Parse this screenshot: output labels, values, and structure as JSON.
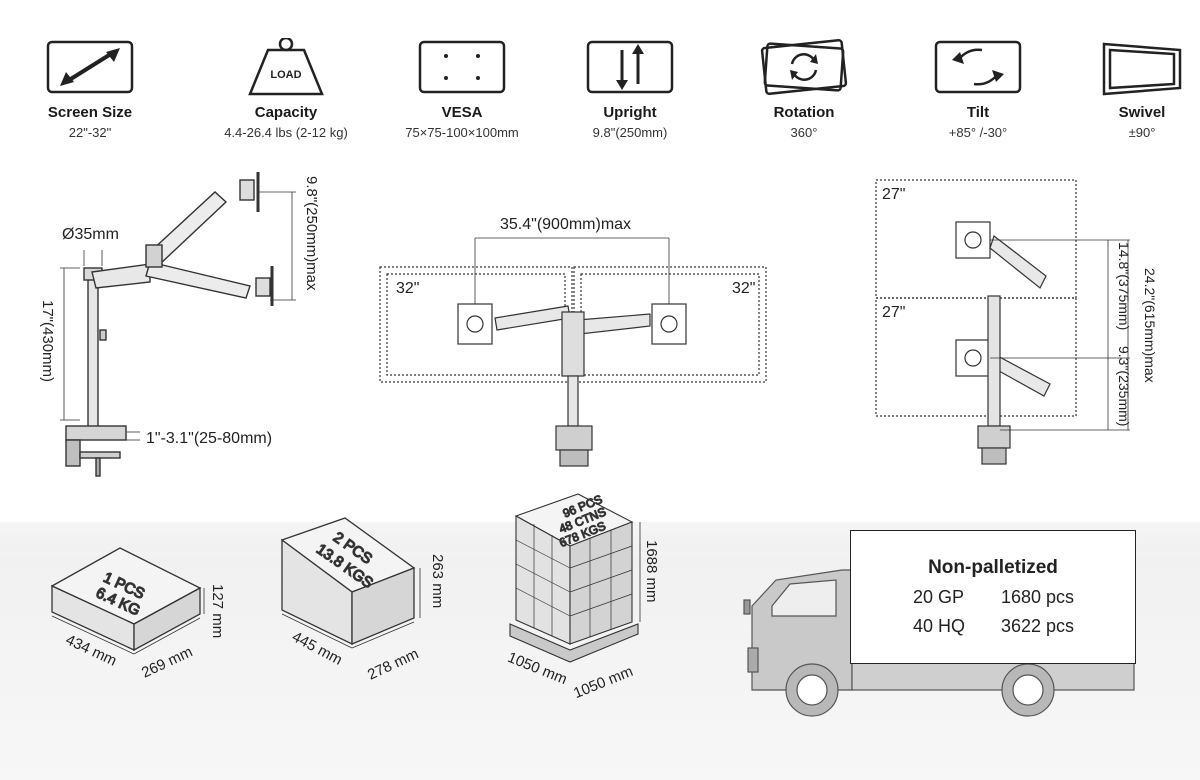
{
  "specs": [
    {
      "icon": "double-arrow-icon",
      "title": "Screen Size",
      "value": "22\"-32\""
    },
    {
      "icon": "weight-icon",
      "icon_text": "LOAD",
      "title": "Capacity",
      "value": "4.4-26.4 lbs (2-12 kg)"
    },
    {
      "icon": "vesa-holes-icon",
      "title": "VESA",
      "value": "75×75-100×100mm"
    },
    {
      "icon": "up-down-arrows-icon",
      "title": "Upright",
      "value": "9.8\"(250mm)"
    },
    {
      "icon": "rotation-icon",
      "title": "Rotation",
      "value": "360°"
    },
    {
      "icon": "tilt-icon",
      "title": "Tilt",
      "value": "+85° /-30°"
    },
    {
      "icon": "swivel-icon",
      "title": "Swivel",
      "value": "±90°"
    }
  ],
  "side_view": {
    "pole_diameter": "Ø35mm",
    "arm_height": "9.8\"(250mm)max",
    "pole_height": "17\"(430mm)",
    "clamp_range": "1\"-3.1\"(25-80mm)"
  },
  "dual_view": {
    "width": "35.4\"(900mm)max",
    "left_screen": "32\"",
    "right_screen": "32\""
  },
  "stacked_view": {
    "top_screen": "27\"",
    "bottom_screen": "27\"",
    "top_span": "14.8\"(375mm)",
    "bottom_span": "9.3\"(235mm)",
    "total_span": "24.2\"(615mm)max"
  },
  "packaging": {
    "single_box": {
      "label_line1": "1 PCS",
      "label_line2": "6.4 KG",
      "length": "434 mm",
      "width": "269 mm",
      "height": "127 mm"
    },
    "carton": {
      "label_line1": "2 PCS",
      "label_line2": "13.8 KGS",
      "length": "445 mm",
      "width": "278 mm",
      "height": "263 mm"
    },
    "pallet": {
      "label_line1": "96 PCS",
      "label_line2": "48 CTNS",
      "label_line3": "678 KGS",
      "length": "1050 mm",
      "width": "1050 mm",
      "height": "1688 mm"
    }
  },
  "shipping": {
    "title": "Non-palletized",
    "rows": [
      {
        "container": "20 GP",
        "qty": "1680 pcs"
      },
      {
        "container": "40 HQ",
        "qty": "3622 pcs"
      }
    ]
  }
}
